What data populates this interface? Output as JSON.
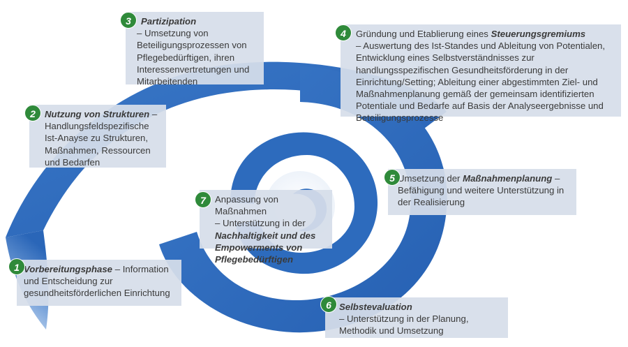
{
  "colors": {
    "spiral_dark": "#2a66b8",
    "spiral_light": "#dce8f6",
    "box_bg": "#d6deea",
    "badge_bg": "#2f8a3a",
    "text": "#3a3a3a"
  },
  "steps": [
    {
      "number": "1",
      "title": "Vorbereitungsphase",
      "separator": " – ",
      "text": "Information und Entscheidung zur gesundheitsförderlichen Einrichtung"
    },
    {
      "number": "2",
      "title": "Nutzung von Strukturen",
      "separator": " – ",
      "text": "Handlungsfeldspezifische Ist-Anayse zu Strukturen, Maßnahmen, Ressourcen und Bedarfen"
    },
    {
      "number": "3",
      "title": "Partizipation",
      "separator": "– ",
      "text": "Umsetzung von Beteiligungsprozessen von Pflegebedürftigen, ihren Interessenvertretungen und Mitarbeitenden"
    },
    {
      "number": "4",
      "prefix": "Gründung und Etablierung eines ",
      "title": "Steuerungsgremiums",
      "separator": "– ",
      "text": "Auswertung des Ist-Standes und Ableitung von Potentialen, Entwicklung eines Selbstverständnisses zur handlungsspezifischen Gesundheitsförderung in der Einrichtung/Setting; Ableitung einer abgestimmten Ziel- und Maßnahmenplanung gemäß der gemeinsam identifizierten Potentiale und Bedarfe auf Basis der Analyseergebnisse und Beteiligungsprozesse"
    },
    {
      "number": "5",
      "prefix": "Umsetzung der ",
      "title": "Maßnahmenplanung",
      "separator": " – ",
      "text": "Befähigung und weitere Unterstützung in der Realisierung"
    },
    {
      "number": "6",
      "title": "Selbstevaluation",
      "separator": "– ",
      "text": "Unterstützung in der Planung, Methodik und Umsetzung"
    },
    {
      "number": "7",
      "prefix": "Anpassung von Maßnahmen",
      "separator": "– ",
      "text": "Unterstützung in der ",
      "title": "Nachhaltigkeit und des Empowerments von Pflegebedürftigen"
    }
  ]
}
